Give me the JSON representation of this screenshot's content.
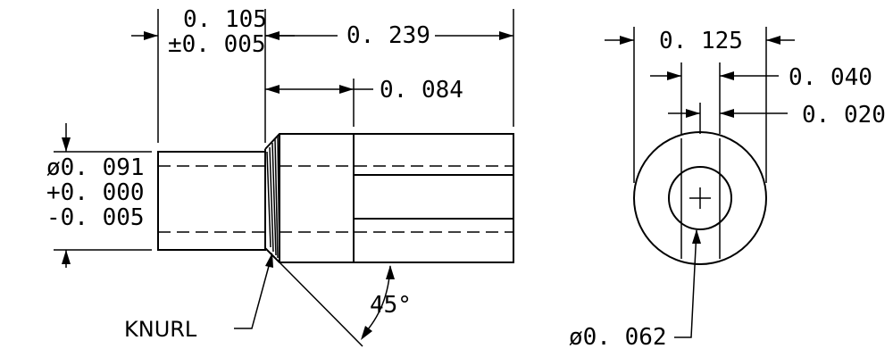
{
  "dimensions": {
    "shoulder_length": "0. 105",
    "shoulder_tol": "±0. 005",
    "overall_length": "0. 239",
    "slot_depth": "0. 084",
    "width": "0. 125",
    "slot_width": "0. 040",
    "center_width": "0. 020",
    "diameter": "ø0. 091",
    "diameter_tol_plus": "+0. 000",
    "diameter_tol_minus": "-0. 005",
    "chamfer_angle": "45°",
    "hole_diameter": "ø0. 062"
  },
  "labels": {
    "knurl": "KNURL"
  },
  "colors": {
    "line": "#000000",
    "background": "#ffffff"
  }
}
